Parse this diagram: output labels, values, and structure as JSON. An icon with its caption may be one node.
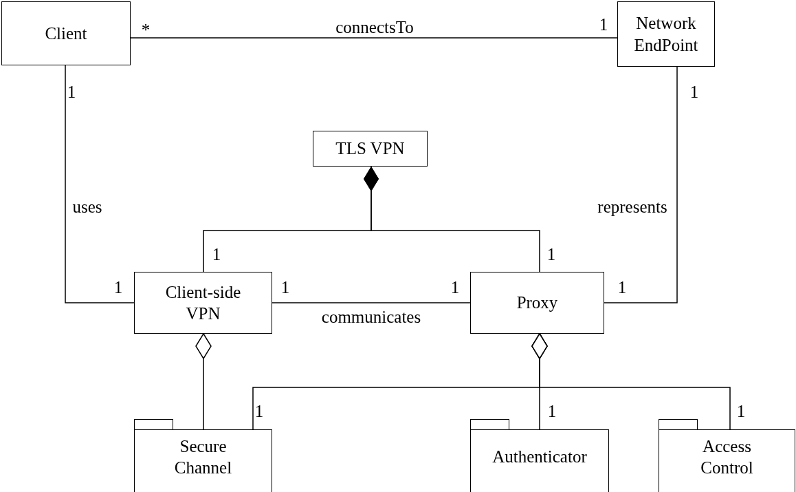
{
  "diagram": {
    "nodes": [
      {
        "text": [
          "Client"
        ]
      },
      {
        "text": [
          "Network EndPoint"
        ]
      },
      {
        "text": [
          "TLS VPN"
        ]
      },
      {
        "text": [
          "Client-side VPN"
        ]
      },
      {
        "text": [
          "Proxy"
        ]
      },
      {
        "text": [
          "Secure Channel"
        ]
      },
      {
        "text": [
          "Authenticator"
        ]
      },
      {
        "text": [
          "Access Control"
        ]
      }
    ],
    "edges": [
      {
        "from": 0,
        "to": 1,
        "arrow": "none",
        "label": "connectsTo"
      },
      {
        "from": 0,
        "to": 3,
        "arrow": "none",
        "label": "uses"
      },
      {
        "from": 1,
        "to": 4,
        "arrow": "none",
        "label": "represents"
      },
      {
        "from": 2,
        "to": 3,
        "arrow": "other"
      },
      {
        "from": 2,
        "to": 4,
        "arrow": "other"
      },
      {
        "from": 3,
        "to": 4,
        "arrow": "none",
        "label": "communicates"
      },
      {
        "from": 3,
        "to": 5,
        "arrow": "other"
      },
      {
        "from": 4,
        "to": 5,
        "arrow": "other"
      },
      {
        "from": 4,
        "to": 6,
        "arrow": "other"
      },
      {
        "from": 4,
        "to": 7,
        "arrow": "other"
      }
    ],
    "labels": [
      "*",
      "1",
      "1",
      "1",
      "1",
      "1",
      "1",
      "1",
      "1",
      "1",
      "1",
      "1",
      "1"
    ]
  }
}
